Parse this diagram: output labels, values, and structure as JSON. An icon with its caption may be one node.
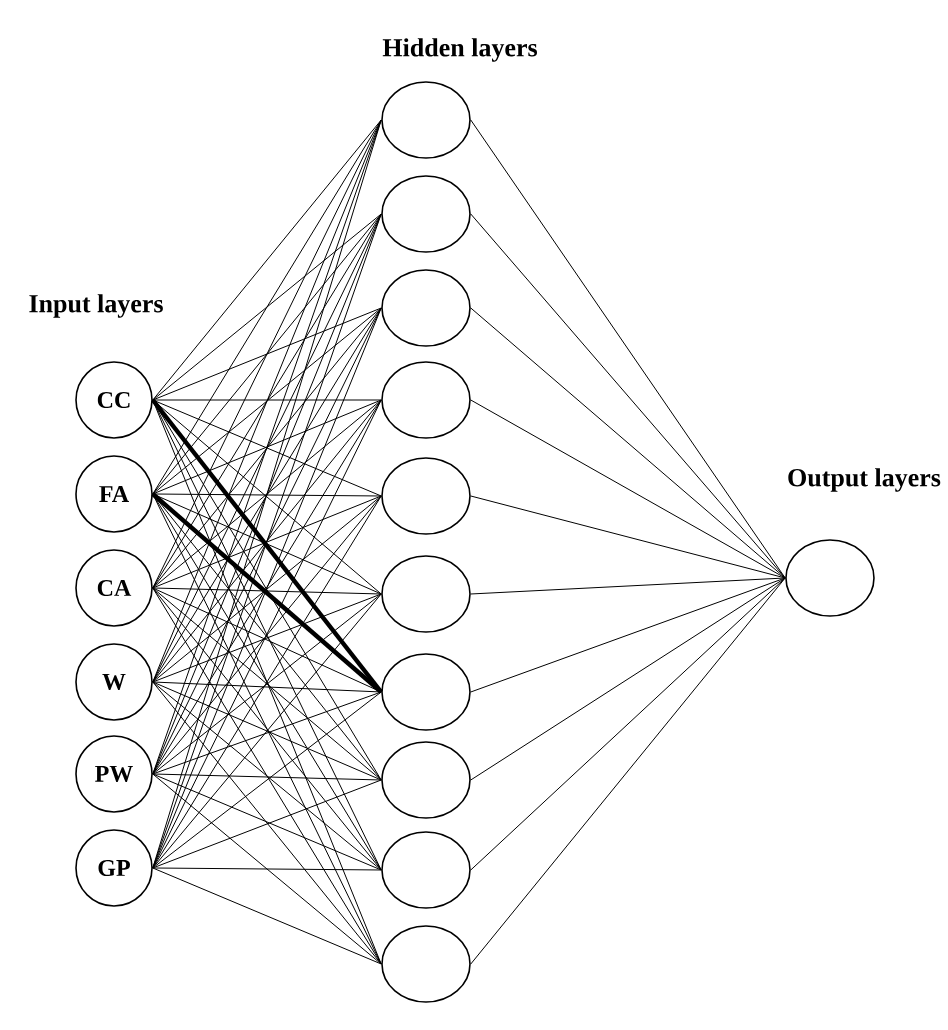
{
  "diagram": {
    "nodes": [
      {
        "text": [
          "CC"
        ]
      },
      {
        "text": [
          "FA"
        ]
      },
      {
        "text": [
          "CA"
        ]
      },
      {
        "text": [
          "W"
        ]
      },
      {
        "text": [
          "PW"
        ]
      },
      {
        "text": [
          "GP"
        ]
      },
      {
        "text": [],
        "shape": "circle"
      },
      {
        "text": [],
        "shape": "circle"
      },
      {
        "text": [],
        "shape": "circle"
      },
      {
        "text": [],
        "shape": "circle"
      },
      {
        "text": [],
        "shape": "circle"
      },
      {
        "text": [],
        "shape": "circle"
      },
      {
        "text": [],
        "shape": "circle"
      },
      {
        "text": [],
        "shape": "circle"
      },
      {
        "text": [],
        "shape": "circle"
      },
      {
        "text": [],
        "shape": "circle"
      },
      {
        "text": [],
        "shape": "circle"
      }
    ],
    "edges": [
      {
        "from": 0,
        "to": 6,
        "arrow": "none"
      },
      {
        "from": 0,
        "to": 7,
        "arrow": "none"
      },
      {
        "from": 0,
        "to": 8,
        "arrow": "none"
      },
      {
        "from": 0,
        "to": 9,
        "arrow": "none"
      },
      {
        "from": 0,
        "to": 10,
        "arrow": "none"
      },
      {
        "from": 0,
        "to": 11,
        "arrow": "none"
      },
      {
        "from": 0,
        "to": 12,
        "arrow": "none",
        "style": "thick"
      },
      {
        "from": 0,
        "to": 13,
        "arrow": "none"
      },
      {
        "from": 0,
        "to": 14,
        "arrow": "none"
      },
      {
        "from": 0,
        "to": 15,
        "arrow": "none"
      },
      {
        "from": 1,
        "to": 6,
        "arrow": "none"
      },
      {
        "from": 1,
        "to": 7,
        "arrow": "none"
      },
      {
        "from": 1,
        "to": 8,
        "arrow": "none"
      },
      {
        "from": 1,
        "to": 9,
        "arrow": "none"
      },
      {
        "from": 1,
        "to": 10,
        "arrow": "none"
      },
      {
        "from": 1,
        "to": 11,
        "arrow": "none"
      },
      {
        "from": 1,
        "to": 12,
        "arrow": "none",
        "style": "thick"
      },
      {
        "from": 1,
        "to": 13,
        "arrow": "none"
      },
      {
        "from": 1,
        "to": 14,
        "arrow": "none"
      },
      {
        "from": 1,
        "to": 15,
        "arrow": "none"
      },
      {
        "from": 2,
        "to": 6,
        "arrow": "none"
      },
      {
        "from": 2,
        "to": 7,
        "arrow": "none"
      },
      {
        "from": 2,
        "to": 8,
        "arrow": "none"
      },
      {
        "from": 2,
        "to": 9,
        "arrow": "none"
      },
      {
        "from": 2,
        "to": 10,
        "arrow": "none"
      },
      {
        "from": 2,
        "to": 11,
        "arrow": "none"
      },
      {
        "from": 2,
        "to": 12,
        "arrow": "none"
      },
      {
        "from": 2,
        "to": 13,
        "arrow": "none"
      },
      {
        "from": 2,
        "to": 14,
        "arrow": "none"
      },
      {
        "from": 2,
        "to": 15,
        "arrow": "none"
      },
      {
        "from": 3,
        "to": 6,
        "arrow": "none"
      },
      {
        "from": 3,
        "to": 7,
        "arrow": "none"
      },
      {
        "from": 3,
        "to": 8,
        "arrow": "none"
      },
      {
        "from": 3,
        "to": 9,
        "arrow": "none"
      },
      {
        "from": 3,
        "to": 10,
        "arrow": "none"
      },
      {
        "from": 3,
        "to": 11,
        "arrow": "none"
      },
      {
        "from": 3,
        "to": 12,
        "arrow": "none"
      },
      {
        "from": 3,
        "to": 13,
        "arrow": "none"
      },
      {
        "from": 3,
        "to": 14,
        "arrow": "none"
      },
      {
        "from": 3,
        "to": 15,
        "arrow": "none"
      },
      {
        "from": 4,
        "to": 6,
        "arrow": "none"
      },
      {
        "from": 4,
        "to": 7,
        "arrow": "none"
      },
      {
        "from": 4,
        "to": 8,
        "arrow": "none"
      },
      {
        "from": 4,
        "to": 9,
        "arrow": "none"
      },
      {
        "from": 4,
        "to": 10,
        "arrow": "none"
      },
      {
        "from": 4,
        "to": 11,
        "arrow": "none"
      },
      {
        "from": 4,
        "to": 12,
        "arrow": "none"
      },
      {
        "from": 4,
        "to": 13,
        "arrow": "none"
      },
      {
        "from": 4,
        "to": 14,
        "arrow": "none"
      },
      {
        "from": 4,
        "to": 15,
        "arrow": "none"
      },
      {
        "from": 5,
        "to": 6,
        "arrow": "none"
      },
      {
        "from": 5,
        "to": 7,
        "arrow": "none"
      },
      {
        "from": 5,
        "to": 8,
        "arrow": "none"
      },
      {
        "from": 5,
        "to": 9,
        "arrow": "none"
      },
      {
        "from": 5,
        "to": 10,
        "arrow": "none"
      },
      {
        "from": 5,
        "to": 11,
        "arrow": "none"
      },
      {
        "from": 5,
        "to": 12,
        "arrow": "none"
      },
      {
        "from": 5,
        "to": 13,
        "arrow": "none"
      },
      {
        "from": 5,
        "to": 14,
        "arrow": "none"
      },
      {
        "from": 5,
        "to": 15,
        "arrow": "none"
      },
      {
        "from": 6,
        "to": 16,
        "arrow": "none"
      },
      {
        "from": 7,
        "to": 16,
        "arrow": "none"
      },
      {
        "from": 8,
        "to": 16,
        "arrow": "none"
      },
      {
        "from": 9,
        "to": 16,
        "arrow": "none"
      },
      {
        "from": 10,
        "to": 16,
        "arrow": "none"
      },
      {
        "from": 11,
        "to": 16,
        "arrow": "none"
      },
      {
        "from": 12,
        "to": 16,
        "arrow": "none"
      },
      {
        "from": 13,
        "to": 16,
        "arrow": "none"
      },
      {
        "from": 14,
        "to": 16,
        "arrow": "none"
      },
      {
        "from": 15,
        "to": 16,
        "arrow": "none"
      }
    ],
    "labels": [
      "Hidden layers",
      "Input layers",
      "Output layers"
    ]
  }
}
